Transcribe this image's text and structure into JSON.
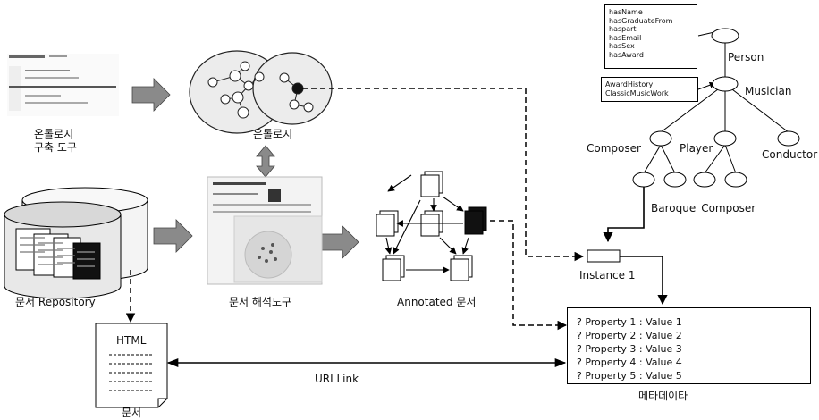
{
  "labels": {
    "ontology_tool_line1": "온톨로지",
    "ontology_tool_line2": "구축 도구",
    "ontology": "온톨로지",
    "repository": "문서 Repository",
    "analysis_tool": "문서 해석도구",
    "annotated": "Annotated  문서",
    "html": "HTML",
    "document": "문서",
    "uri_link": "URI Link",
    "instance": "Instance 1",
    "metadata": "메타데이타"
  },
  "ontology_tree": {
    "person": "Person",
    "musician": "Musician",
    "composer": "Composer",
    "player": "Player",
    "conductor": "Conductor",
    "baroque": "Baroque_Composer",
    "person_properties": [
      "hasName",
      "hasGraduateFrom",
      "haspart",
      "hasEmail",
      "hasSex",
      "hasAward"
    ],
    "musician_properties": [
      "AwardHistory",
      "ClassicMusicWork"
    ]
  },
  "metadata_rows": [
    "?  Property 1 : Value 1",
    "?  Property 2 : Value 2",
    "?  Property 3 : Value 3",
    "?  Property 4 : Value 4",
    "?  Property 5 : Value 5"
  ]
}
